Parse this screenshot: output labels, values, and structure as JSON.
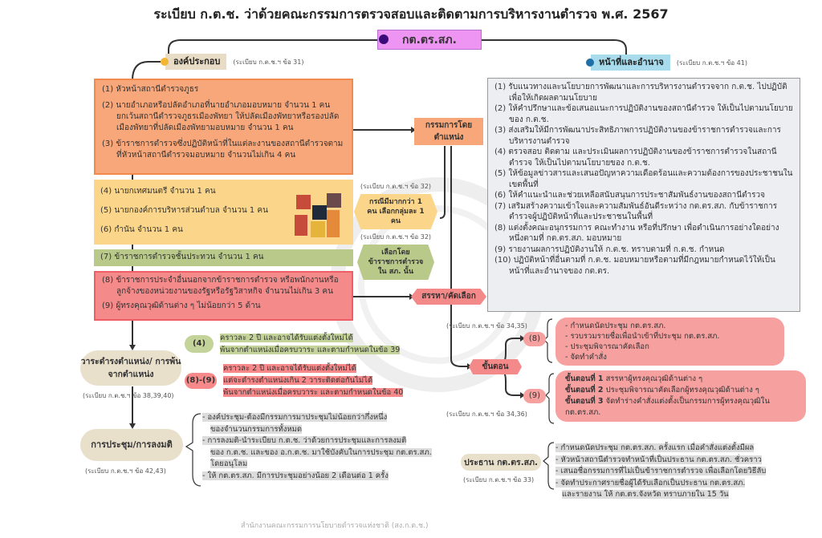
{
  "title": "ระเบียบ ก.ต.ช. ว่าด้วยคณะกรรมการตรวจสอบและติดตามการบริหารงานตำรวจ พ.ศ. 2567",
  "center": "กต.ตร.สภ.",
  "composition": {
    "label": "องค์ประกอบ",
    "ref": "(ระเบียบ ก.ต.ช.ฯ ข้อ 31)",
    "group1": [
      "(1) หัวหน้าสถานีตำรวจภูธร",
      "(2) นายอำเภอหรือปลัดอำเภอที่นายอำเภอมอบหมาย จำนวน 1 คน ยกเว้นสถานีตำรวจภูธรเมืองพัทยา ให้ปลัดเมืองพัทยาหรือรองปลัดเมืองพัทยาที่ปลัดเมืองพัทยามอบหมาย จำนวน 1 คน",
      "(3) ข้าราชการตำรวจซึ่งปฏิบัติหน้าที่ในแต่ละงานของสถานีตำรวจตามที่หัวหน้าสถานีตำรวจมอบหมาย จำนวนไม่เกิน 4 คน"
    ],
    "group2": [
      "(4) นายกเทศมนตรี จำนวน 1 คน",
      "(5) นายกองค์การบริหารส่วนตำบล จำนวน 1 คน",
      "(6) กำนัน จำนวน 1 คน"
    ],
    "group3": [
      "(7) ข้าราชการตำรวจชั้นประทวน จำนวน 1 คน"
    ],
    "group4": [
      "(8) ข้าราชการประจำอื่นนอกจากข้าราชการตำรวจ หรือพนักงานหรือลูกจ้างของหน่วยงานของรัฐหรือรัฐวิสาหกิจ จำนวนไม่เกิน 3 คน",
      "(9) ผู้ทรงคุณวุฒิด้านต่าง ๆ ไม่น้อยกว่า 5 ด้าน"
    ]
  },
  "middle": {
    "ex_officio": "กรรมการโดยตำแหน่ง",
    "ref32a": "(ระเบียบ ก.ต.ช.ฯ ข้อ 32)",
    "more_than_one": "กรณีมีมากกว่า 1 คน เลือกกลุ่มละ 1 คน",
    "ref32b": "(ระเบียบ ก.ต.ช.ฯ ข้อ 32)",
    "elected_by": "เลือกโดย ข้าราชการตำรวจ ใน สภ. นั้น",
    "recruit": "สรรหา/คัดเลือก"
  },
  "duties": {
    "label": "หน้าที่และอำนาจ",
    "ref": "(ระเบียบ ก.ต.ช.ฯ ข้อ 41)",
    "items": [
      "(1) รับแนวทางและนโยบายการพัฒนาและการบริหารงานตำรวจจาก ก.ต.ช. ไปปฏิบัติเพื่อให้เกิดผลตามนโยบาย",
      "(2) ให้คำปรึกษาและข้อเสนอแนะการปฏิบัติงานของสถานีตำรวจ ให้เป็นไปตามนโยบายของ ก.ต.ช.",
      "(3) ส่งเสริมให้มีการพัฒนาประสิทธิภาพการปฏิบัติงานของข้าราชการตำรวจและการบริหารงานตำรวจ",
      "(4) ตรวจสอบ ติดตาม และประเมินผลการปฏิบัติงานของข้าราชการตำรวจในสถานีตำรวจ ให้เป็นไปตามนโยบายของ ก.ต.ช.",
      "(5) ให้ข้อมูลข่าวสารและเสนอปัญหาความเดือดร้อนและความต้องการของประชาชนในเขตพื้นที่",
      "(6) ให้คำแนะนำและช่วยเหลือสนับสนุนการประชาสัมพันธ์งานของสถานีตำรวจ",
      "(7) เสริมสร้างความเข้าใจและความสัมพันธ์อันดีระหว่าง กต.ตร.สภ. กับข้าราชการตำรวจผู้ปฏิบัติหน้าที่และประชาชนในพื้นที่",
      "(8) แต่งตั้งคณะอนุกรรมการ คณะทำงาน หรือที่ปรึกษา เพื่อดำเนินการอย่างใดอย่างหนึ่งตามที่ กต.ตร.สภ. มอบหมาย",
      "(9) รายงานผลการปฏิบัติงานให้ ก.ต.ช. ทราบตามที่ ก.ต.ช. กำหนด",
      "(10) ปฏิบัติหน้าที่อื่นตามที่ ก.ต.ช. มอบหมายหรือตามที่มีกฎหมายกำหนดไว้ให้เป็นหน้าที่และอำนาจของ กต.ตร."
    ]
  },
  "steps": {
    "label": "ขั้นตอน",
    "ref8": "(ระเบียบ ก.ต.ช.ฯ ข้อ 34,35)",
    "ref9": "(ระเบียบ ก.ต.ช.ฯ ข้อ 34,36)",
    "n8": "(8)",
    "n9": "(9)",
    "list8": [
      "- กำหนดนัดประชุม กต.ตร.สภ.",
      "- รวบรวมรายชื่อเพื่อนำเข้าที่ประชุม กต.ตร.สภ.",
      "- ประชุมพิจารณาคัดเลือก",
      "- จัดทำคำสั่ง"
    ],
    "list9": [
      {
        "b": "ขั้นตอนที่ 1",
        "t": " สรรหาผู้ทรงคุณวุฒิด้านต่าง ๆ"
      },
      {
        "b": "ขั้นตอนที่ 2",
        "t": " ประชุมพิจารณาคัดเลือกผู้ทรงคุณวุฒิด้านต่าง ๆ"
      },
      {
        "b": "ขั้นตอนที่ 3",
        "t": " จัดทำร่างคำสั่งแต่งตั้งเป็นกรรมการผู้ทรงคุณวุฒิใน กต.ตร.สภ."
      }
    ]
  },
  "term": {
    "label": "วาระดำรงตำแหน่ง/ การพ้นจากตำแหน่ง",
    "ref": "(ระเบียบ ก.ต.ช.ฯ ข้อ 38,39,40)",
    "n4": "(4)",
    "list4": [
      "คราวละ 2 ปี และอาจได้รับแต่งตั้งใหม่ได้",
      "พ้นจากตำแหน่งเมื่อครบวาระ และตามกำหนดในข้อ 39"
    ],
    "n89": "(8)-(9)",
    "list89": [
      "คราวละ 2 ปี และอาจได้รับแต่งตั้งใหม่ได้",
      "แต่จะดำรงตำแหน่งเกิน 2 วาระติดต่อกันไม่ได้",
      "พ้นจากตำแหน่งเมื่อครบวาระ และตามกำหนดในข้อ 40"
    ]
  },
  "meeting": {
    "label": "การประชุม/การลงมติ",
    "ref": "(ระเบียบ ก.ต.ช.ฯ ข้อ 42,43)",
    "list": [
      "- องค์ประชุม-ต้องมีกรรมการมาประชุมไม่น้อยกว่ากึ่งหนึ่ง",
      "ของจำนวนกรรมการทั้งหมด",
      "- การลงมติ-นำระเบียบ ก.ต.ช. ว่าด้วยการประชุมและการลงมติ",
      "ของ ก.ต.ช. และของ อ.ก.ต.ช. มาใช้บังคับในการประชุม กต.ตร.สภ.",
      "โดยอนุโลม",
      "- ให้ กต.ตร.สภ. มีการประชุมอย่างน้อย 2 เดือนต่อ 1 ครั้ง"
    ]
  },
  "chair": {
    "label": "ประธาน กต.ตร.สภ.",
    "ref": "(ระเบียบ ก.ต.ช.ฯ ข้อ 33)",
    "list": [
      "- กำหนดนัดประชุม กต.ตร.สภ. ครั้งแรก เมื่อคำสั่งแต่งตั้งมีผล",
      "- หัวหน้าสถานีตำรวจทำหน้าที่เป็นประธาน กต.ตร.สภ. ชั่วคราว",
      "- เสนอชื่อกรรมการที่ไม่เป็นข้าราชการตำรวจ เพื่อเลือกโดยวิธีลับ",
      "- จัดทำประกาศรายชื่อผู้ได้รับเลือกเป็นประธาน กต.ตร.สภ.",
      "และรายงาน ให้ กต.ตร.จังหวัด ทราบภายใน 15 วัน"
    ]
  },
  "footer": "สำนักงานคณะกรรมการนโยบายตำรวจแห่งชาติ (สง.ก.ต.ช.)",
  "colors": {
    "purple": "#ee95f3",
    "orange": "#f7a77a",
    "yellow": "#fbd68a",
    "green": "#b9c98a",
    "red": "#f48a8a",
    "beige": "#e9e0cc",
    "blue": "#a8dced"
  }
}
